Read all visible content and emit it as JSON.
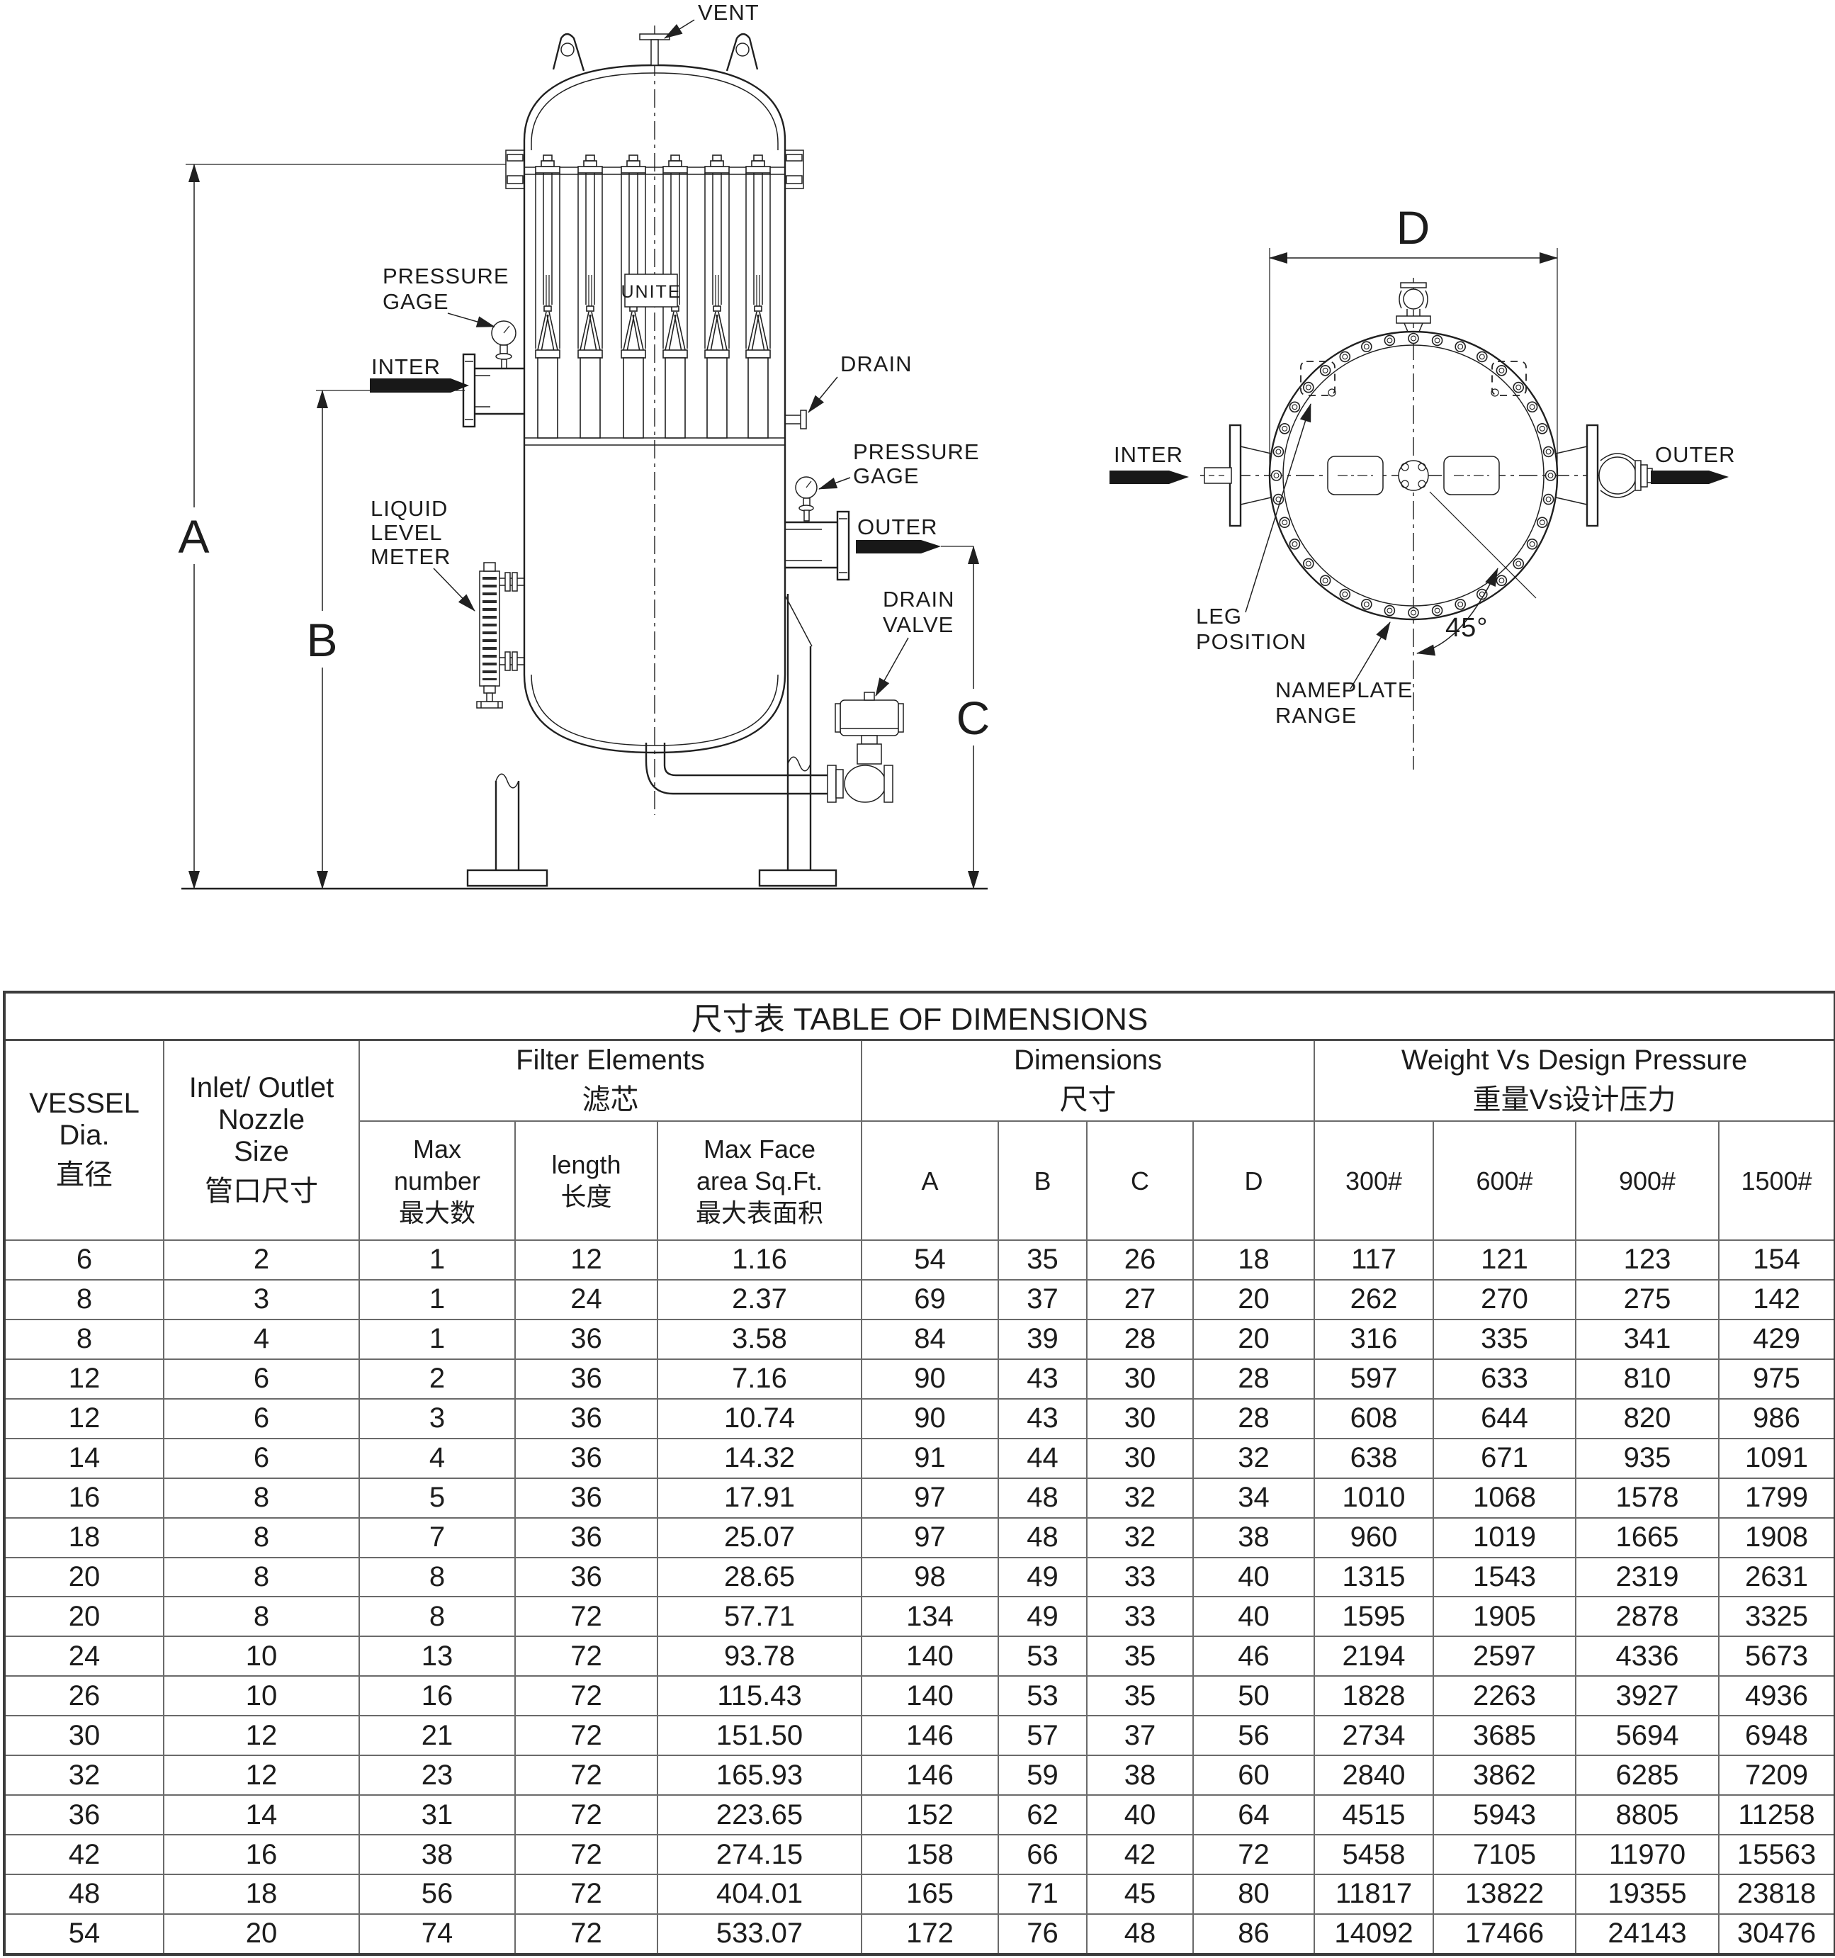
{
  "drawing": {
    "side_view": {
      "vent": "VENT",
      "pressure_gage_top": [
        "PRESSURE",
        "GAGE"
      ],
      "inter": "INTER",
      "liquid_level_meter": [
        "LIQUID",
        "LEVEL",
        "METER"
      ],
      "unite": "UNITE",
      "drain": "DRAIN",
      "pressure_gage_side": [
        "PRESSURE",
        "GAGE"
      ],
      "outer": "OUTER",
      "drain_valve": [
        "DRAIN",
        "VALVE"
      ],
      "dim_a": "A",
      "dim_b": "B",
      "dim_c": "C"
    },
    "top_view": {
      "dim_d": "D",
      "inter": "INTER",
      "outer": "OUTER",
      "leg_position": [
        "LEG",
        "POSITION"
      ],
      "nameplate_range": [
        "NAMEPLATE",
        "RANGE"
      ],
      "angle": "45°"
    },
    "ink_color": "#202020"
  },
  "table": {
    "title": "尺寸表 TABLE OF DIMENSIONS",
    "headers": {
      "vessel": "VESSEL\nDia.\n直径",
      "nozzle": "Inlet/ Outlet\nNozzle\nSize\n管口尺寸",
      "filter_group": "Filter Elements\n滤芯",
      "max_number": "Max\nnumber\n最大数",
      "length": "length\n长度",
      "max_face": "Max Face\narea Sq.Ft.\n最大表面积",
      "dims_group": "Dimensions\n尺寸",
      "a": "A",
      "b": "B",
      "c": "C",
      "d": "D",
      "weight_group": "Weight Vs Design Pressure\n重量Vs设计压力",
      "p300": "300#",
      "p600": "600#",
      "p900": "900#",
      "p1500": "1500#"
    },
    "rows": [
      [
        "6",
        "2",
        "1",
        "12",
        "1.16",
        "54",
        "35",
        "26",
        "18",
        "117",
        "121",
        "123",
        "154"
      ],
      [
        "8",
        "3",
        "1",
        "24",
        "2.37",
        "69",
        "37",
        "27",
        "20",
        "262",
        "270",
        "275",
        "142"
      ],
      [
        "8",
        "4",
        "1",
        "36",
        "3.58",
        "84",
        "39",
        "28",
        "20",
        "316",
        "335",
        "341",
        "429"
      ],
      [
        "12",
        "6",
        "2",
        "36",
        "7.16",
        "90",
        "43",
        "30",
        "28",
        "597",
        "633",
        "810",
        "975"
      ],
      [
        "12",
        "6",
        "3",
        "36",
        "10.74",
        "90",
        "43",
        "30",
        "28",
        "608",
        "644",
        "820",
        "986"
      ],
      [
        "14",
        "6",
        "4",
        "36",
        "14.32",
        "91",
        "44",
        "30",
        "32",
        "638",
        "671",
        "935",
        "1091"
      ],
      [
        "16",
        "8",
        "5",
        "36",
        "17.91",
        "97",
        "48",
        "32",
        "34",
        "1010",
        "1068",
        "1578",
        "1799"
      ],
      [
        "18",
        "8",
        "7",
        "36",
        "25.07",
        "97",
        "48",
        "32",
        "38",
        "960",
        "1019",
        "1665",
        "1908"
      ],
      [
        "20",
        "8",
        "8",
        "36",
        "28.65",
        "98",
        "49",
        "33",
        "40",
        "1315",
        "1543",
        "2319",
        "2631"
      ],
      [
        "20",
        "8",
        "8",
        "72",
        "57.71",
        "134",
        "49",
        "33",
        "40",
        "1595",
        "1905",
        "2878",
        "3325"
      ],
      [
        "24",
        "10",
        "13",
        "72",
        "93.78",
        "140",
        "53",
        "35",
        "46",
        "2194",
        "2597",
        "4336",
        "5673"
      ],
      [
        "26",
        "10",
        "16",
        "72",
        "115.43",
        "140",
        "53",
        "35",
        "50",
        "1828",
        "2263",
        "3927",
        "4936"
      ],
      [
        "30",
        "12",
        "21",
        "72",
        "151.50",
        "146",
        "57",
        "37",
        "56",
        "2734",
        "3685",
        "5694",
        "6948"
      ],
      [
        "32",
        "12",
        "23",
        "72",
        "165.93",
        "146",
        "59",
        "38",
        "60",
        "2840",
        "3862",
        "6285",
        "7209"
      ],
      [
        "36",
        "14",
        "31",
        "72",
        "223.65",
        "152",
        "62",
        "40",
        "64",
        "4515",
        "5943",
        "8805",
        "11258"
      ],
      [
        "42",
        "16",
        "38",
        "72",
        "274.15",
        "158",
        "66",
        "42",
        "72",
        "5458",
        "7105",
        "11970",
        "15563"
      ],
      [
        "48",
        "18",
        "56",
        "72",
        "404.01",
        "165",
        "71",
        "45",
        "80",
        "11817",
        "13822",
        "19355",
        "23818"
      ],
      [
        "54",
        "20",
        "74",
        "72",
        "533.07",
        "172",
        "76",
        "48",
        "86",
        "14092",
        "17466",
        "24143",
        "30476"
      ]
    ]
  }
}
